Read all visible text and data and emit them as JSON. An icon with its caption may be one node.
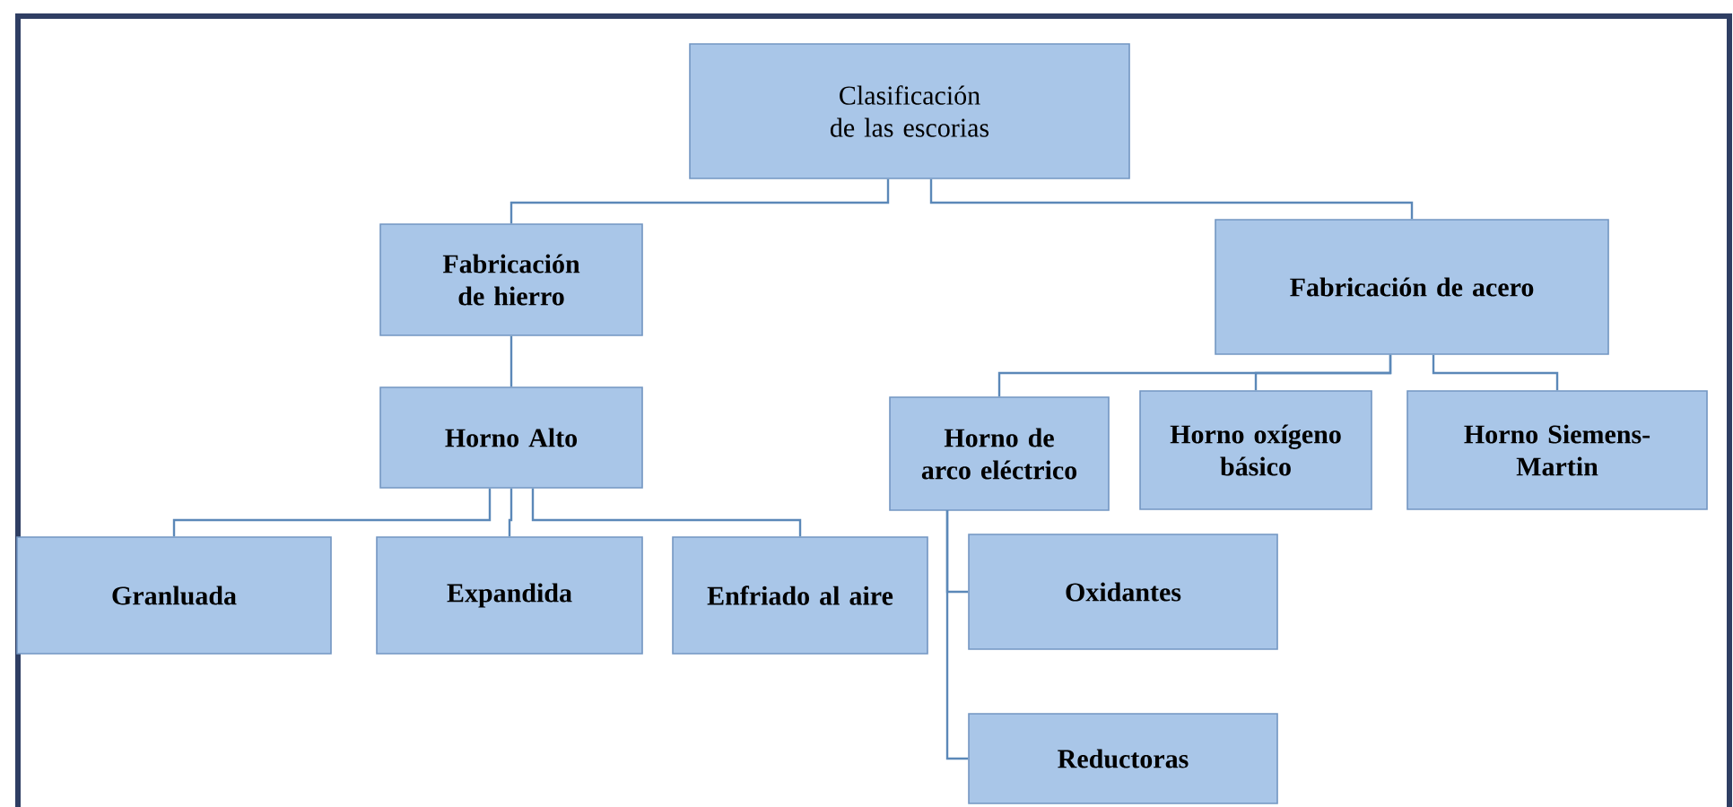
{
  "diagram": {
    "nodes": [
      {
        "text": [
          "Clasificación de las escorias"
        ]
      },
      {
        "text": [
          "Fabricación de hierro"
        ]
      },
      {
        "text": [
          "Fabricación de acero"
        ]
      },
      {
        "text": [
          "Horno Alto"
        ]
      },
      {
        "text": [
          "Horno de arco eléctrico"
        ]
      },
      {
        "text": [
          "Horno oxígeno básico"
        ]
      },
      {
        "text": [
          "Horno Siemens-Martin"
        ]
      },
      {
        "text": [
          "Granluada"
        ]
      },
      {
        "text": [
          "Expandida"
        ]
      },
      {
        "text": [
          "Enfriado al aire"
        ]
      },
      {
        "text": [
          "Oxidantes"
        ]
      },
      {
        "text": [
          "Reductoras"
        ]
      }
    ],
    "edges": [
      {
        "from": 0,
        "to": 1,
        "arrow": "none"
      },
      {
        "from": 0,
        "to": 2,
        "arrow": "none"
      },
      {
        "from": 1,
        "to": 3,
        "arrow": "none"
      },
      {
        "from": 2,
        "to": 4,
        "arrow": "none"
      },
      {
        "from": 2,
        "to": 5,
        "arrow": "none"
      },
      {
        "from": 2,
        "to": 6,
        "arrow": "none"
      },
      {
        "from": 3,
        "to": 7,
        "arrow": "none"
      },
      {
        "from": 3,
        "to": 8,
        "arrow": "none"
      },
      {
        "from": 3,
        "to": 9,
        "arrow": "none"
      },
      {
        "from": 4,
        "to": 10,
        "arrow": "none"
      },
      {
        "from": 4,
        "to": 11,
        "arrow": "none"
      }
    ]
  }
}
